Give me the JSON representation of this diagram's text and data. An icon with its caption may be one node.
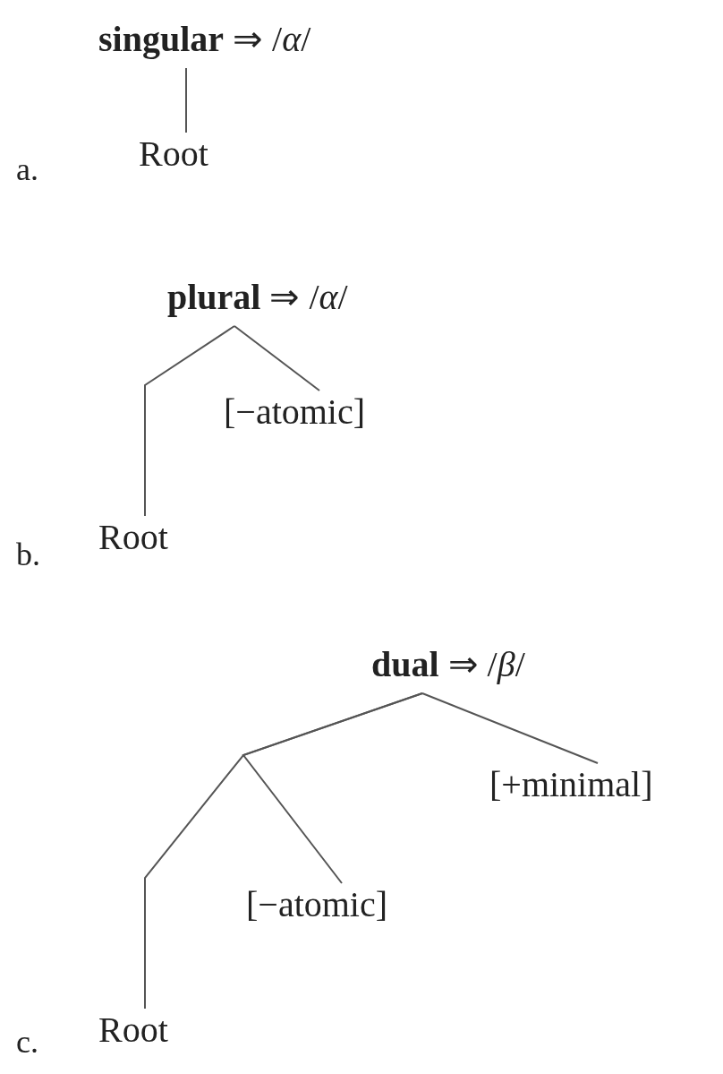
{
  "diagram": {
    "nodes": [
      {
        "text": [
          "**singular** ⇒ /*α*/"
        ]
      },
      {
        "text": [
          "Root"
        ]
      },
      {
        "text": [
          "**plural** ⇒ /*α*/"
        ]
      },
      {
        "text": [
          "[−atomic]"
        ]
      },
      {
        "text": [
          "Root"
        ]
      },
      {
        "text": [
          "**dual** ⇒ /*β*/"
        ]
      },
      {
        "text": [
          "[+minimal]"
        ]
      },
      {
        "text": [
          "[−atomic]"
        ]
      },
      {
        "text": [
          "Root"
        ]
      }
    ],
    "edges": [
      {
        "from": 0,
        "to": 1,
        "arrow": "none"
      },
      {
        "from": 2,
        "to": 4,
        "arrow": "none"
      },
      {
        "from": 2,
        "to": 3,
        "arrow": "none"
      },
      {
        "from": 5,
        "to": 8,
        "arrow": "none"
      },
      {
        "from": 5,
        "to": 7,
        "arrow": "none"
      },
      {
        "from": 5,
        "to": 6,
        "arrow": "none"
      }
    ],
    "labels": [
      "a.",
      "b.",
      "c."
    ]
  }
}
